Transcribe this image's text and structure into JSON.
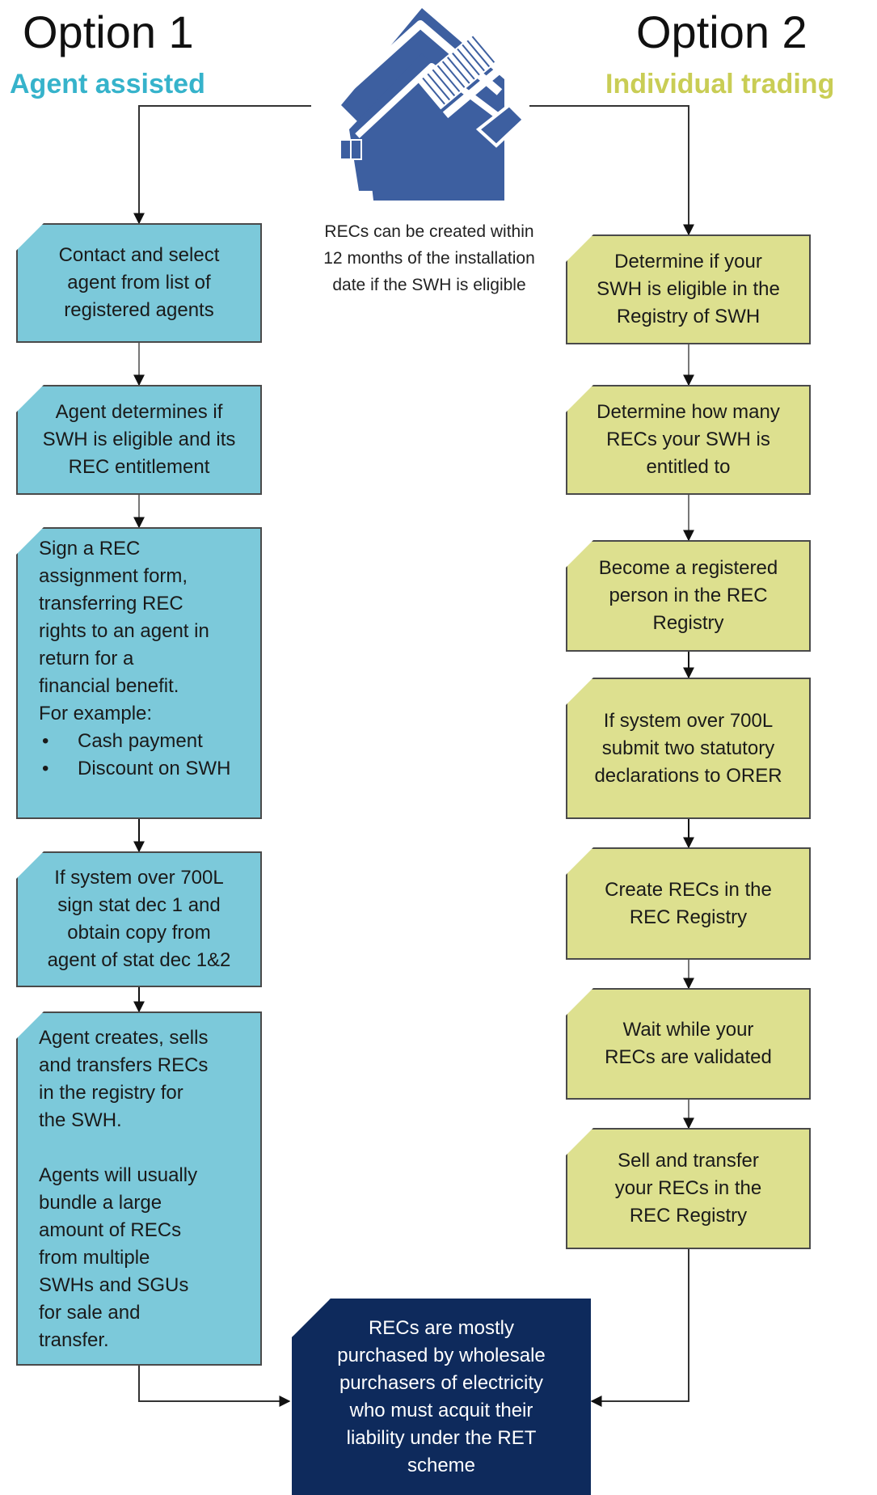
{
  "header": {
    "left_title": "Option 1",
    "left_subtitle": "Agent assisted",
    "right_title": "Option 2",
    "right_subtitle": "Individual trading"
  },
  "colors": {
    "left_accent": "#36b3cb",
    "right_accent": "#c9cd55",
    "left_box": "#7cc9da",
    "right_box": "#dde08f",
    "final_box": "#0e2a5c",
    "house_icon": "#3d5fa0"
  },
  "center_icon": "house-with-solar-panel-icon",
  "center_note": "RECs can be created within 12 months of the installation date if the SWH is eligible",
  "left_steps": [
    "Contact and select agent from list of registered agents",
    "Agent determines if SWH is eligible and its REC entitlement",
    {
      "lines": [
        "Sign a REC",
        "assignment form,",
        "transferring REC",
        "rights to an agent in",
        "return for a",
        "financial benefit.",
        "For example:"
      ],
      "bullets": [
        "Cash payment",
        "Discount on SWH"
      ]
    },
    "If system over 700L sign stat dec 1 and obtain copy from agent of stat dec 1&2",
    {
      "para1": [
        "Agent creates, sells",
        "and transfers RECs",
        "in the registry for",
        "the SWH."
      ],
      "para2": [
        "Agents will usually",
        "bundle a large",
        "amount of RECs",
        "from multiple",
        "SWHs and SGUs",
        "for sale and",
        "transfer."
      ]
    }
  ],
  "right_steps": [
    "Determine if your SWH is eligible in the Registry of SWH",
    "Determine how many RECs your SWH is entitled to",
    "Become a registered person in the REC Registry",
    "If system over 700L submit two statutory declarations to ORER",
    "Create RECs in the REC Registry",
    "Wait while your RECs are validated",
    "Sell and transfer your RECs in the REC Registry"
  ],
  "final_box": "RECs are mostly purchased by wholesale purchasers of electricity who must acquit their liability under the RET scheme"
}
